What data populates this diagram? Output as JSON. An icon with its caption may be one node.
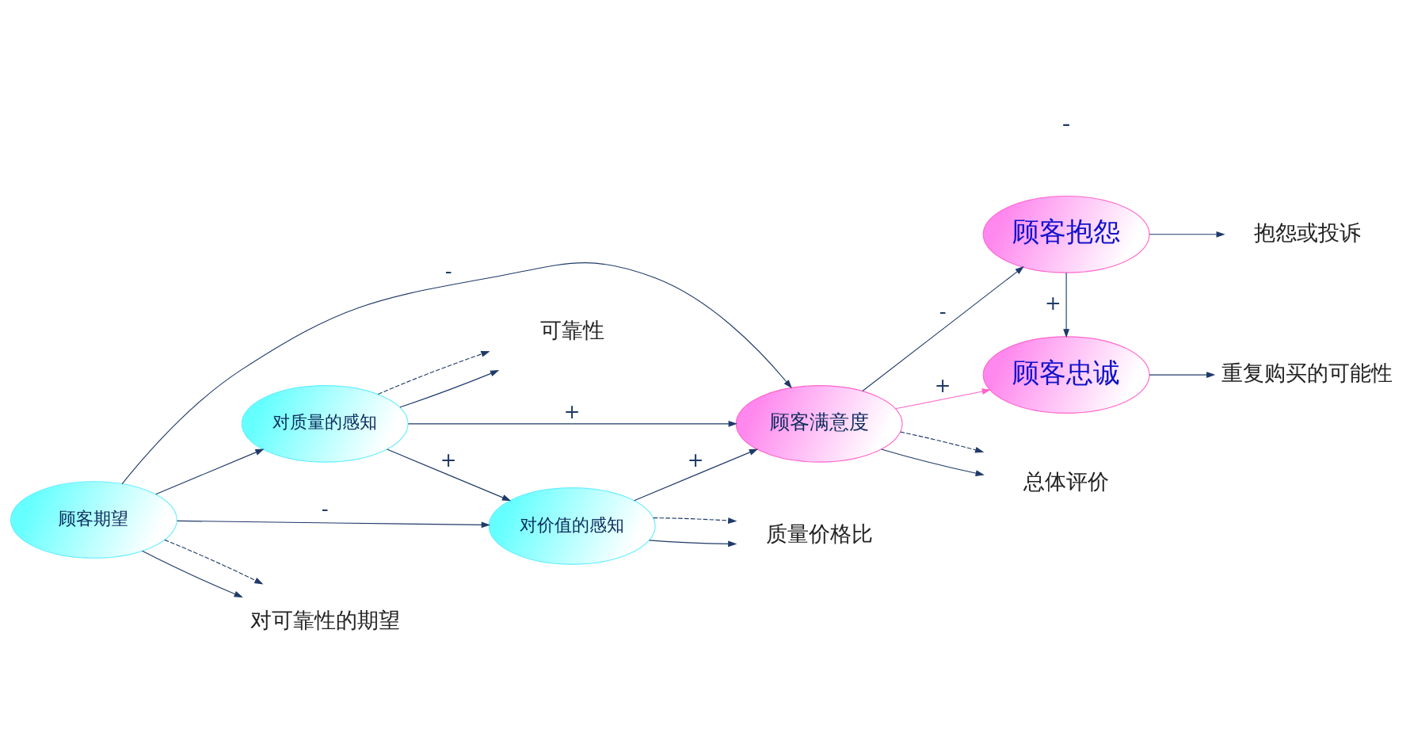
{
  "diagram": {
    "nodes": [
      {
        "text": [
          "对质量的感知"
        ]
      },
      {
        "text": [
          "对价值的感知"
        ]
      },
      {
        "text": [
          "顾客期望"
        ]
      },
      {
        "text": [
          "顾客满意度"
        ]
      },
      {
        "text": [
          "顾客抱怨"
        ]
      },
      {
        "text": [
          "顾客忠诚"
        ]
      },
      {
        "text": [
          "可靠性"
        ]
      },
      {
        "text": [
          "质量价格比"
        ]
      },
      {
        "text": [
          "对可靠性的期望"
        ]
      },
      {
        "text": [
          "总体评价"
        ]
      },
      {
        "text": [
          "抱怨或投诉"
        ]
      },
      {
        "text": [
          "重复购买的可能性"
        ]
      }
    ],
    "edges": [
      {
        "from": 0,
        "to": 6,
        "arrow": "to"
      },
      {
        "from": 0,
        "to": 6,
        "arrow": "to",
        "style": "dashed"
      },
      {
        "from": 0,
        "to": 3,
        "arrow": "to",
        "label": "+"
      },
      {
        "from": 0,
        "to": 1,
        "arrow": "to",
        "label": "+"
      },
      {
        "from": 2,
        "to": 0,
        "arrow": "to"
      },
      {
        "from": 1,
        "to": 7,
        "arrow": "to"
      },
      {
        "from": 1,
        "to": 7,
        "arrow": "to",
        "style": "dashed"
      },
      {
        "from": 1,
        "to": 3,
        "arrow": "to",
        "label": "+"
      },
      {
        "from": 2,
        "to": 1,
        "arrow": "to",
        "label": "-"
      },
      {
        "from": 2,
        "to": 3,
        "arrow": "to",
        "label": "-"
      },
      {
        "from": 2,
        "to": 8,
        "arrow": "to"
      },
      {
        "from": 2,
        "to": 8,
        "arrow": "to",
        "style": "dashed"
      },
      {
        "from": 3,
        "to": 9,
        "arrow": "to"
      },
      {
        "from": 3,
        "to": 9,
        "arrow": "to",
        "style": "dashed"
      },
      {
        "from": 3,
        "to": 4,
        "arrow": "to",
        "label": "-"
      },
      {
        "from": 3,
        "to": 5,
        "arrow": "to",
        "label": "+",
        "color": "#ff66cc"
      },
      {
        "from": 4,
        "to": 10,
        "arrow": "to"
      },
      {
        "from": 4,
        "to": 5,
        "arrow": "to",
        "label": "+"
      },
      {
        "from": 5,
        "to": 11,
        "arrow": "to"
      }
    ],
    "labels": [
      "-"
    ]
  }
}
